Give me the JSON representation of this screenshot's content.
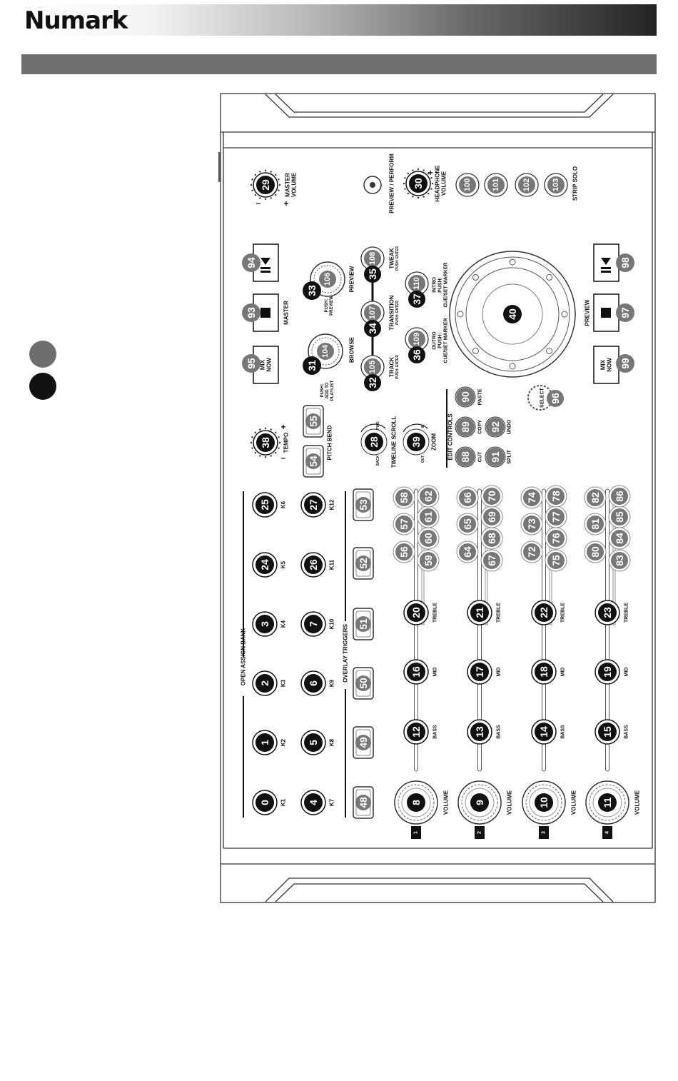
{
  "brand": "Numark",
  "labels": {
    "master_volume": [
      "MASTER",
      "VOLUME"
    ],
    "preview_perform": "PREVIEW / PERFORM",
    "headphone_volume": [
      "HEADPHONE",
      "VOLUME"
    ],
    "strip_solo": "STRIP SOLO",
    "master": "MASTER",
    "preview_right": "PREVIEW",
    "preview_knob": "PREVIEW",
    "browse": "BROWSE",
    "push_preview": [
      "PUSH:",
      "PREVIEW"
    ],
    "push_add_playlist": [
      "PUSH:",
      "ADD TO",
      "PLAYLIST"
    ],
    "tweak": [
      "TWEAK",
      "PUSH: ENTER"
    ],
    "transition": [
      "TRANSITION",
      "PUSH: ENTER"
    ],
    "track": [
      "TRACK",
      "PUSH: ENTER"
    ],
    "intro": [
      "INTRO",
      "PUSH:",
      "CUE/SET MARKER"
    ],
    "outro": [
      "OUTRO",
      "PUSH:",
      "CUE/SET MARKER"
    ],
    "mix_now": [
      "MIX",
      "NOW"
    ],
    "tempo": "TEMPO",
    "pitch_bend": "PITCH BEND",
    "timeline_scroll": "TIMELINE SCROLL",
    "zoom": "ZOOM",
    "back": "BACK",
    "fwd": "FWD",
    "in": "IN",
    "out": "OUT",
    "edit_controls": "EDIT CONTROLS",
    "cut": "CUT",
    "copy": "COPY",
    "paste": "PASTE",
    "split": "SPLIT",
    "undo": "UNDO",
    "select": "SELECT",
    "open_assign_bank": "OPEN ASSIGN BANK",
    "overlay_triggers": "OVERLAY TRIGGERS",
    "treble": "TREBLE",
    "mid": "MID",
    "bass": "BASS",
    "volume": "VOLUME",
    "k_left": [
      "K1",
      "K2",
      "K3",
      "K4",
      "K5",
      "K6"
    ],
    "k_right": [
      "K7",
      "K8",
      "K9",
      "K10",
      "K11",
      "K12"
    ],
    "channels": [
      "1",
      "2",
      "3",
      "4"
    ]
  },
  "numbers": {
    "master_volume": "29",
    "headphone_volume": "30",
    "strip_solo": [
      "100",
      "101",
      "102",
      "103"
    ],
    "play_master": "94",
    "stop_master": "93",
    "mix_now_master": "95",
    "play_preview": "98",
    "stop_preview": "97",
    "mix_now_preview": "99",
    "preview_knob": [
      "33",
      "106"
    ],
    "browse_knob": [
      "31",
      "104"
    ],
    "tweak": [
      "35",
      "108"
    ],
    "transition": [
      "34",
      "107"
    ],
    "track": [
      "32",
      "105"
    ],
    "intro": [
      "37",
      "110"
    ],
    "outro": [
      "36",
      "109"
    ],
    "jog_wheel": "40",
    "tempo": "38",
    "pitch_bend": [
      "55",
      "54"
    ],
    "timeline_scroll": "28",
    "zoom": "39",
    "edit": [
      "88",
      "89",
      "90",
      "91",
      "92"
    ],
    "select": "96",
    "open_assign_left": [
      "0",
      "1",
      "2",
      "3",
      "24",
      "25"
    ],
    "open_assign_right": [
      "4",
      "5",
      "6",
      "7",
      "26",
      "27"
    ],
    "overlay_triggers": [
      "48",
      "49",
      "50",
      "51",
      "52",
      "53"
    ],
    "treble": [
      "20",
      "21",
      "22",
      "23"
    ],
    "mid": [
      "16",
      "17",
      "18",
      "19"
    ],
    "bass": [
      "12",
      "13",
      "14",
      "15"
    ],
    "volume": [
      "8",
      "9",
      "10",
      "11"
    ],
    "strip_buttons": [
      [
        "56",
        "57",
        "58",
        "59",
        "60",
        "61",
        "62"
      ],
      [
        "64",
        "65",
        "66",
        "67",
        "68",
        "69",
        "70"
      ],
      [
        "72",
        "73",
        "74",
        "75",
        "76",
        "77",
        "78"
      ],
      [
        "80",
        "81",
        "82",
        "83",
        "84",
        "85",
        "86"
      ]
    ]
  }
}
